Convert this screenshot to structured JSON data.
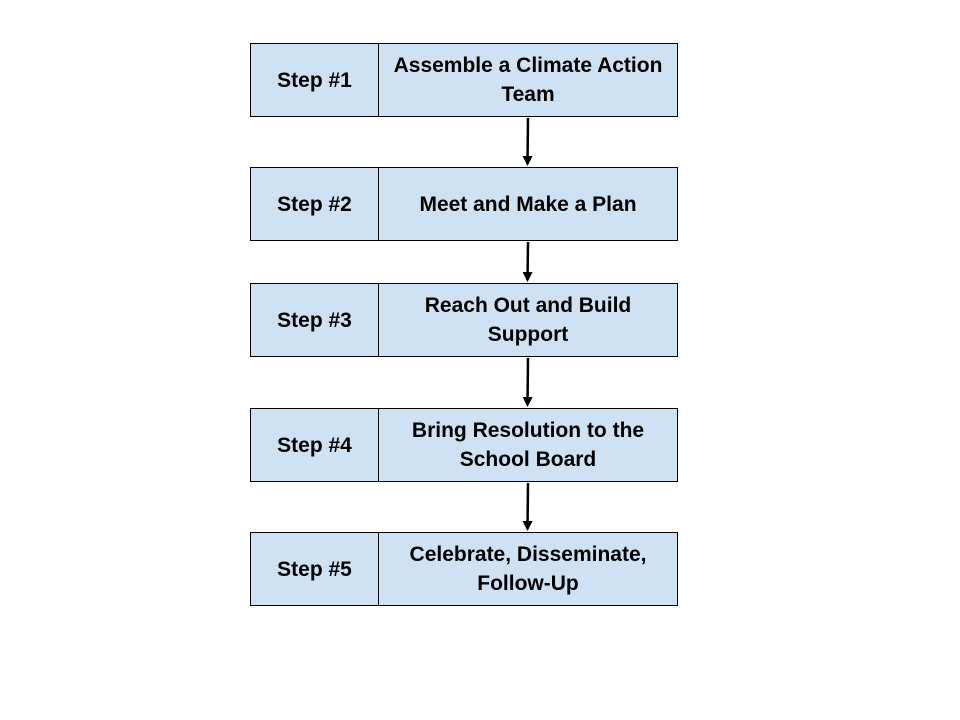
{
  "steps": [
    {
      "label": "Step #1",
      "text": "Assemble a Climate Action Team"
    },
    {
      "label": "Step #2",
      "text": "Meet and Make a Plan"
    },
    {
      "label": "Step #3",
      "text": "Reach Out and Build Support"
    },
    {
      "label": "Step #4",
      "text": "Bring Resolution to the School Board"
    },
    {
      "label": "Step #5",
      "text": "Celebrate, Disseminate, Follow-Up"
    }
  ],
  "colors": {
    "box_fill": "#cfe2f3",
    "border": "#000000",
    "arrow": "#000000"
  }
}
